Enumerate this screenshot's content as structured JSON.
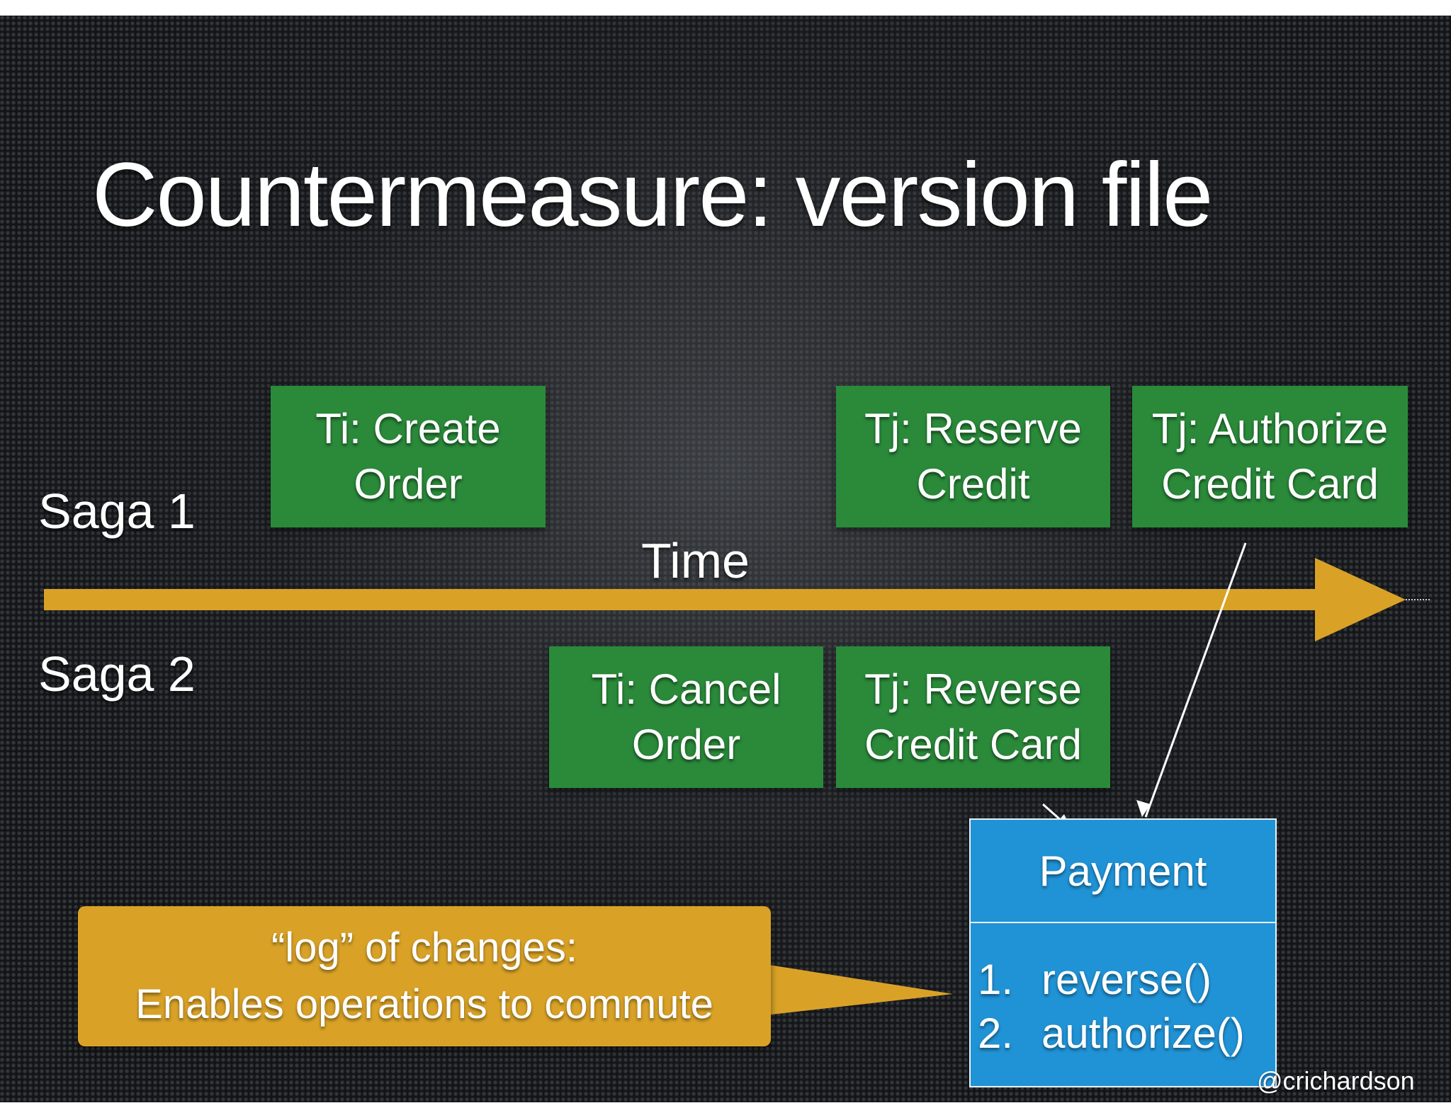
{
  "slide": {
    "title": "Countermeasure: version file",
    "saga1_label": "Saga 1",
    "saga2_label": "Saga 2",
    "time_label": "Time",
    "saga1_steps": [
      {
        "line1": "Ti: Create",
        "line2": "Order"
      },
      {
        "line1": "Tj: Reserve",
        "line2": "Credit"
      },
      {
        "line1": "Tj: Authorize",
        "line2": "Credit Card"
      }
    ],
    "saga2_steps": [
      {
        "line1": "Ti: Cancel",
        "line2": "Order"
      },
      {
        "line1": "Tj: Reverse",
        "line2": "Credit Card"
      }
    ],
    "payment": {
      "title": "Payment",
      "items": [
        {
          "num": "1.",
          "text": "reverse()"
        },
        {
          "num": "2.",
          "text": "authorize()"
        }
      ]
    },
    "callout": {
      "line1": "“log” of changes:",
      "line2": "Enables operations to commute"
    },
    "handle": "@crichardson",
    "colors": {
      "step_box": "#2a8a3a",
      "timeline": "#d9a227",
      "payment": "#2093d6",
      "callout": "#d9a227"
    }
  }
}
